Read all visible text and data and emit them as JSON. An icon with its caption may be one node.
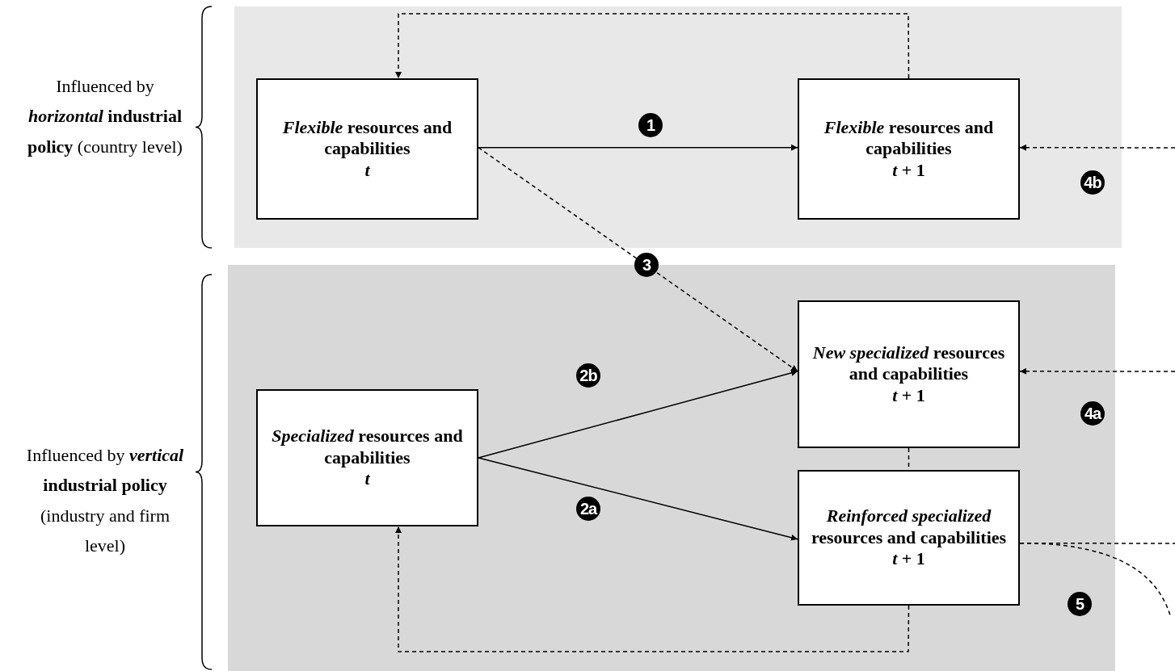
{
  "diagram": {
    "nodes": [
      {
        "text": [],
        "shape": "box",
        "beside": [
          "Influenced by ***horizontal* industrial policy** (country level)"
        ]
      },
      {
        "text": [
          "*Flexible* resources and capabilities",
          "*t*"
        ],
        "in": 0
      },
      {
        "text": [
          "*Flexible* resources and capabilities",
          "*t* + 1"
        ],
        "in": 0
      },
      {
        "text": [],
        "shape": "box",
        "beside": [
          "Influenced by ***vertical* industrial policy** (industry and firm level)"
        ]
      },
      {
        "text": [
          "*New specialized* resources and capabilities",
          "*t* + 1"
        ],
        "in": 3
      },
      {
        "text": [
          "*Specialized* resources and capabilities",
          "*t*"
        ],
        "in": 3
      },
      {
        "text": [
          "*Reinforced specialized* resources and capabilities",
          "*t* + 1"
        ],
        "in": 3
      }
    ],
    "edges": [
      {
        "from": 1,
        "to": 2,
        "arrow": "to",
        "label": "1"
      },
      {
        "from": 1,
        "to": 4,
        "arrow": "to",
        "style": "dashed",
        "label": "3"
      },
      {
        "from": 5,
        "to": 4,
        "arrow": "to",
        "label": "2b"
      },
      {
        "from": 5,
        "to": 6,
        "arrow": "to",
        "label": "2a"
      },
      {
        "from": 4,
        "to": 6,
        "arrow": "none",
        "style": "dashed"
      },
      {
        "from": 2,
        "to": 1,
        "arrow": "to",
        "style": "dashed"
      },
      {
        "from": 6,
        "to": 5,
        "arrow": "to",
        "style": "dashed"
      },
      {
        "from": null,
        "to": 2,
        "arrow": "to",
        "style": "dashed",
        "label": "4b"
      },
      {
        "from": null,
        "to": 4,
        "arrow": "to",
        "style": "dashed",
        "label": "4a"
      },
      {
        "from": 6,
        "to": null,
        "arrow": "none",
        "style": "dashed",
        "label": "5"
      },
      {
        "from": 6,
        "to": null,
        "arrow": "none",
        "style": "dashed"
      }
    ]
  }
}
